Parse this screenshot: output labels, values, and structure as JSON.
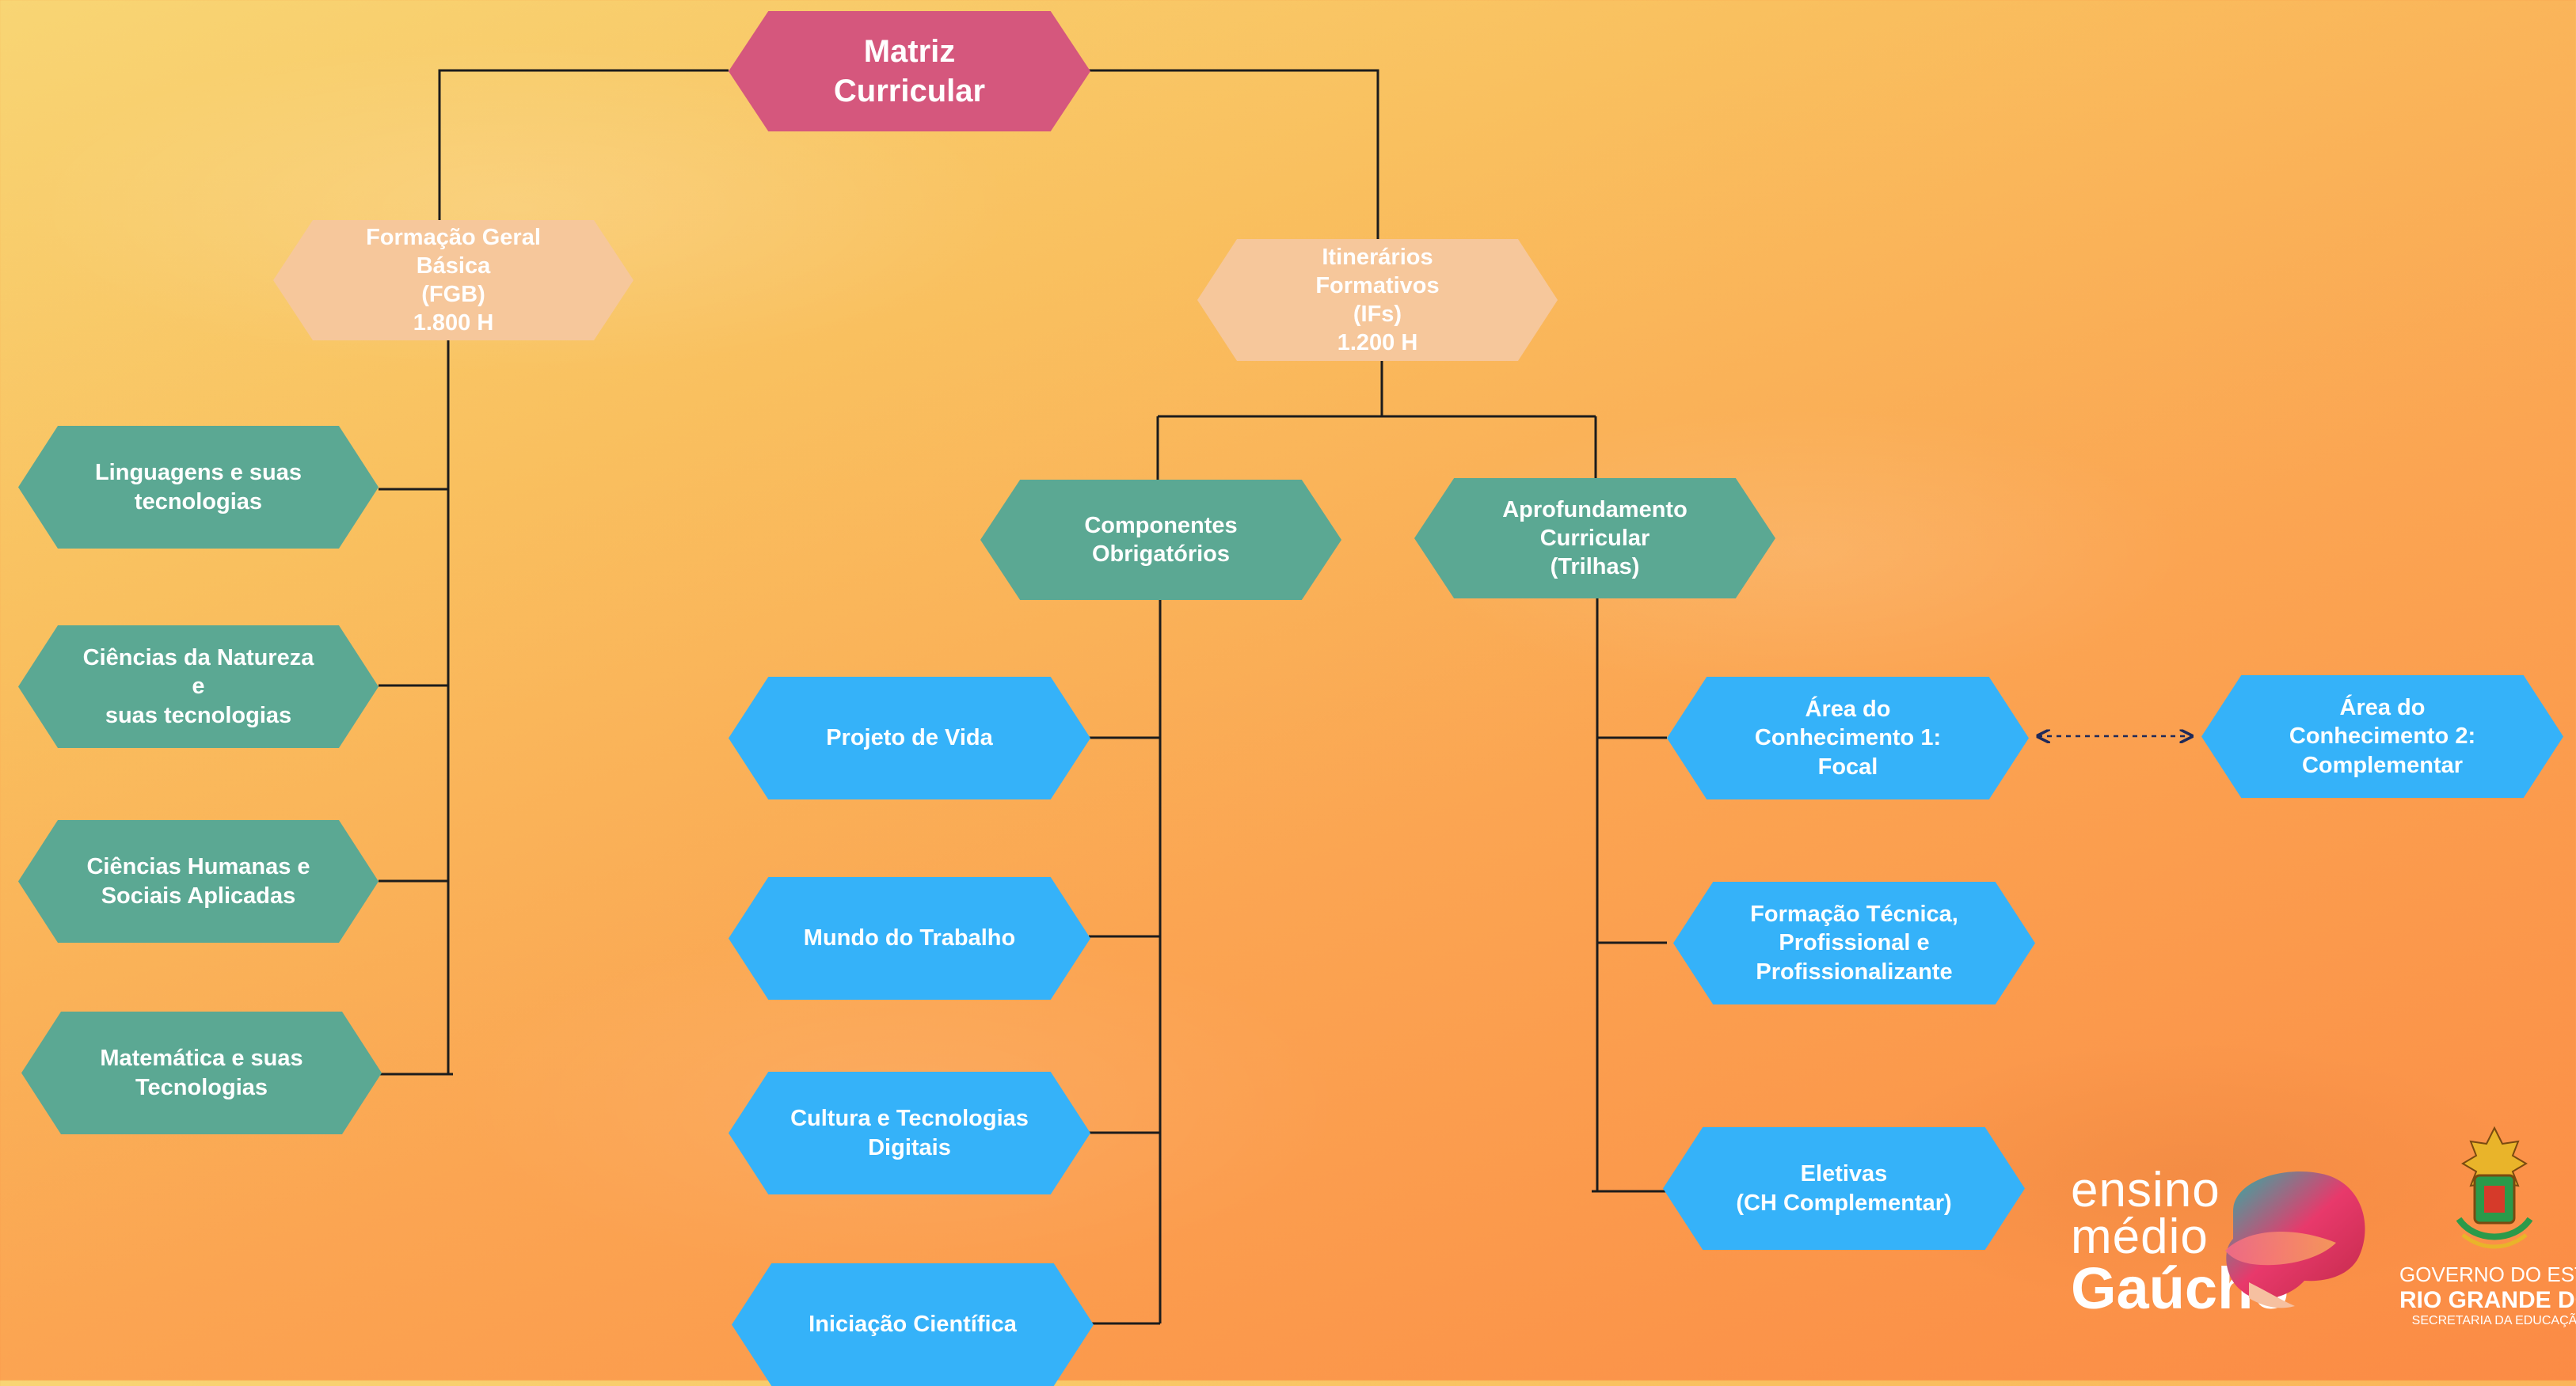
{
  "root": {
    "label": "Matriz\nCurricular"
  },
  "fgb": {
    "label": "Formação Geral Básica\n(FGB)\n1.800 H",
    "areas": [
      "Linguagens e suas\ntecnologias",
      "Ciências da Natureza e\nsuas tecnologias",
      "Ciências Humanas e\nSociais Aplicadas",
      "Matemática e suas\nTecnologias"
    ]
  },
  "ifs": {
    "label": "Itinerários\nFormativos\n(IFs)\n1.200 H",
    "componentes": {
      "label": "Componentes\nObrigatórios",
      "items": [
        "Projeto de Vida",
        "Mundo do Trabalho",
        "Cultura e Tecnologias\nDigitais",
        "Iniciação Científica"
      ]
    },
    "aprofundamento": {
      "label": "Aprofundamento\nCurricular\n(Trilhas)",
      "items": [
        "Área do Conhecimento 1:\nFocal",
        "Formação Técnica,\nProfissional e\nProfissionalizante",
        "Eletivas\n(CH Complementar)"
      ]
    },
    "complementar": "Área do Conhecimento 2:\nComplementar"
  },
  "logos": {
    "ensino_line1": "ensino",
    "ensino_line2": "médio",
    "ensino_line3": "Gaúcho",
    "gov_line1": "GOVERNO DO ESTA",
    "gov_line2": "RIO GRANDE DO S",
    "gov_line3": "SECRETARIA DA EDUCAÇÃ"
  },
  "colors": {
    "root": "#d5577d",
    "level1": "#f6c79b",
    "level2": "#5ba893",
    "leaf": "#35b2f9",
    "connector": "#1c1c1c"
  }
}
